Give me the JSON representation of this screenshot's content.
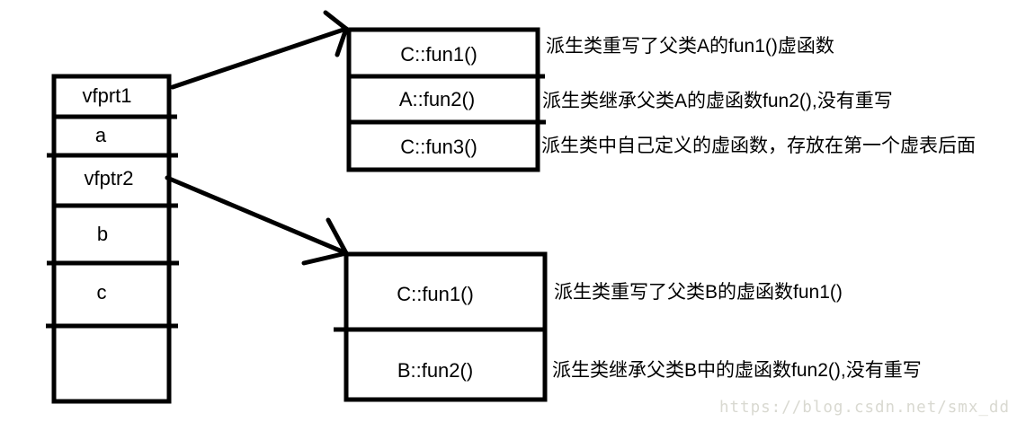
{
  "colors": {
    "ink": "#000000",
    "background": "#ffffff",
    "watermark": "#d9d9d1"
  },
  "memory_block": {
    "cells": [
      {
        "label": "vfprt1"
      },
      {
        "label": "a"
      },
      {
        "label": "vfptr2"
      },
      {
        "label": "b"
      },
      {
        "label": "c"
      },
      {
        "label": ""
      }
    ]
  },
  "vtable_a": {
    "rows": [
      {
        "label": "C::fun1()",
        "note": "派生类重写了父类A的fun1()虚函数"
      },
      {
        "label": "A::fun2()",
        "note": "派生类继承父类A的虚函数fun2(),没有重写"
      },
      {
        "label": "C::fun3()",
        "note": "派生类中自己定义的虚函数，存放在第一个虚表后面"
      }
    ]
  },
  "vtable_b": {
    "rows": [
      {
        "label": "C::fun1()",
        "note": "派生类重写了父类B的虚函数fun1()"
      },
      {
        "label": "B::fun2()",
        "note": "派生类继承父类B中的虚函数fun2(),没有重写"
      }
    ]
  },
  "watermark": {
    "text": "https://blog.csdn.net/smx_dd"
  }
}
